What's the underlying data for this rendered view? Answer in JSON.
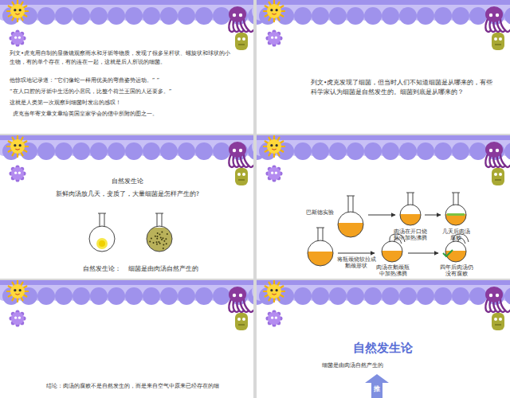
{
  "diagram": {
    "nodes": [
      {
        "text": [
          "推"
        ]
      }
    ],
    "labels": [
      "列文•虎克用自制的显微镜观察雨水和牙垢等物质，发现了很多呈杆状、螺旋状和球状的小生物，有的单个存在，有的连在一起，这就是后人所说的细菌。",
      "他惊叹地记录道：“它们像蛇一样用优美的弯曲姿势运动。” ”",
      "“在人口腔的牙垢中生活的小居民，比整个荷兰王国的人还要多。”",
      "这就是人类第一次观察到细菌时发出的感叹！",
      "虎克当年寄文章文章给英国皇家学会的信中所附的图之一。",
      "列文•虎克发现了细菌，但当时人们不知道细菌是从哪来的，有些科学家认为细菌是自然发生的。细菌到底是从哪来的？",
      "自然发生论",
      "新鲜肉汤放几天，变质了，大量细菌是怎样产生的?",
      "自然发生论：",
      "细菌是由肉汤自然产生的",
      "巴斯德实验",
      "肉汤在开口烧瓶中加热沸腾",
      "几天后肉汤腐败",
      "将瓶颈烧软拉成鹅颈形状",
      "肉汤在鹅颈瓶中加热沸腾",
      "四年后肉汤仍没有腐败",
      "结论：肉汤的腐败不是自然发生的，而是来自空气中原来已经存在的细",
      "自然发生论",
      "细菌是由肉汤自然产生的"
    ]
  }
}
